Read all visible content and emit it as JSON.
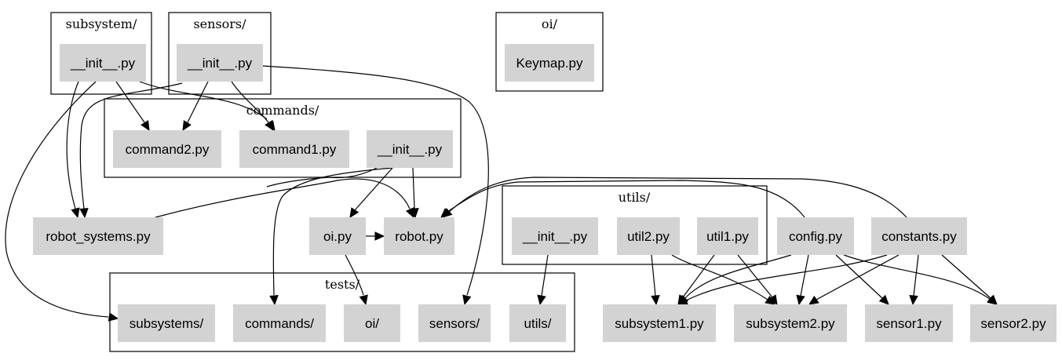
{
  "clusters": [
    {
      "id": "subsystem",
      "label": "subsystem/"
    },
    {
      "id": "sensors",
      "label": "sensors/"
    },
    {
      "id": "oi",
      "label": "oi/"
    },
    {
      "id": "commands",
      "label": "commands/"
    },
    {
      "id": "utils",
      "label": "utils/"
    },
    {
      "id": "tests",
      "label": "tests/"
    }
  ],
  "nodes": [
    {
      "id": "subsystem_init",
      "label": "__init__.py",
      "cluster": "subsystem"
    },
    {
      "id": "sensors_init",
      "label": "__init__.py",
      "cluster": "sensors"
    },
    {
      "id": "keymap",
      "label": "Keymap.py",
      "cluster": "oi"
    },
    {
      "id": "command2",
      "label": "command2.py",
      "cluster": "commands"
    },
    {
      "id": "command1",
      "label": "command1.py",
      "cluster": "commands"
    },
    {
      "id": "commands_init",
      "label": "__init__.py",
      "cluster": "commands"
    },
    {
      "id": "robot_systems",
      "label": "robot_systems.py"
    },
    {
      "id": "oi_py",
      "label": "oi.py"
    },
    {
      "id": "robot",
      "label": "robot.py"
    },
    {
      "id": "utils_init",
      "label": "__init__.py",
      "cluster": "utils"
    },
    {
      "id": "util2",
      "label": "util2.py",
      "cluster": "utils"
    },
    {
      "id": "util1",
      "label": "util1.py",
      "cluster": "utils"
    },
    {
      "id": "config",
      "label": "config.py"
    },
    {
      "id": "constants",
      "label": "constants.py"
    },
    {
      "id": "tests_subsystems",
      "label": "subsystems/",
      "cluster": "tests"
    },
    {
      "id": "tests_commands",
      "label": "commands/",
      "cluster": "tests"
    },
    {
      "id": "tests_oi",
      "label": "oi/",
      "cluster": "tests"
    },
    {
      "id": "tests_sensors",
      "label": "sensors/",
      "cluster": "tests"
    },
    {
      "id": "tests_utils",
      "label": "utils/",
      "cluster": "tests"
    },
    {
      "id": "subsystem1",
      "label": "subsystem1.py"
    },
    {
      "id": "subsystem2",
      "label": "subsystem2.py"
    },
    {
      "id": "sensor1",
      "label": "sensor1.py"
    },
    {
      "id": "sensor2",
      "label": "sensor2.py"
    }
  ],
  "edges": [
    {
      "from": "subsystem_init",
      "to": "command2"
    },
    {
      "from": "subsystem_init",
      "to": "command1"
    },
    {
      "from": "subsystem_init",
      "to": "robot_systems"
    },
    {
      "from": "subsystem_init",
      "to": "tests_subsystems"
    },
    {
      "from": "sensors_init",
      "to": "command2"
    },
    {
      "from": "sensors_init",
      "to": "command1"
    },
    {
      "from": "sensors_init",
      "to": "robot_systems"
    },
    {
      "from": "sensors_init",
      "to": "tests_sensors"
    },
    {
      "from": "commands_init",
      "to": "oi_py"
    },
    {
      "from": "commands_init",
      "to": "robot"
    },
    {
      "from": "commands_init",
      "to": "tests_commands"
    },
    {
      "from": "commands_init",
      "to": "robot_systems"
    },
    {
      "from": "robot_systems",
      "to": "robot"
    },
    {
      "from": "oi_py",
      "to": "robot"
    },
    {
      "from": "oi_py",
      "to": "tests_oi"
    },
    {
      "from": "config",
      "to": "robot"
    },
    {
      "from": "constants",
      "to": "robot"
    },
    {
      "from": "utils_init",
      "to": "tests_utils"
    },
    {
      "from": "util2",
      "to": "subsystem1"
    },
    {
      "from": "util2",
      "to": "subsystem2"
    },
    {
      "from": "util1",
      "to": "subsystem1"
    },
    {
      "from": "util1",
      "to": "subsystem2"
    },
    {
      "from": "config",
      "to": "subsystem1"
    },
    {
      "from": "config",
      "to": "subsystem2"
    },
    {
      "from": "config",
      "to": "sensor1"
    },
    {
      "from": "config",
      "to": "sensor2"
    },
    {
      "from": "constants",
      "to": "subsystem1"
    },
    {
      "from": "constants",
      "to": "subsystem2"
    },
    {
      "from": "constants",
      "to": "sensor1"
    },
    {
      "from": "constants",
      "to": "sensor2"
    }
  ]
}
